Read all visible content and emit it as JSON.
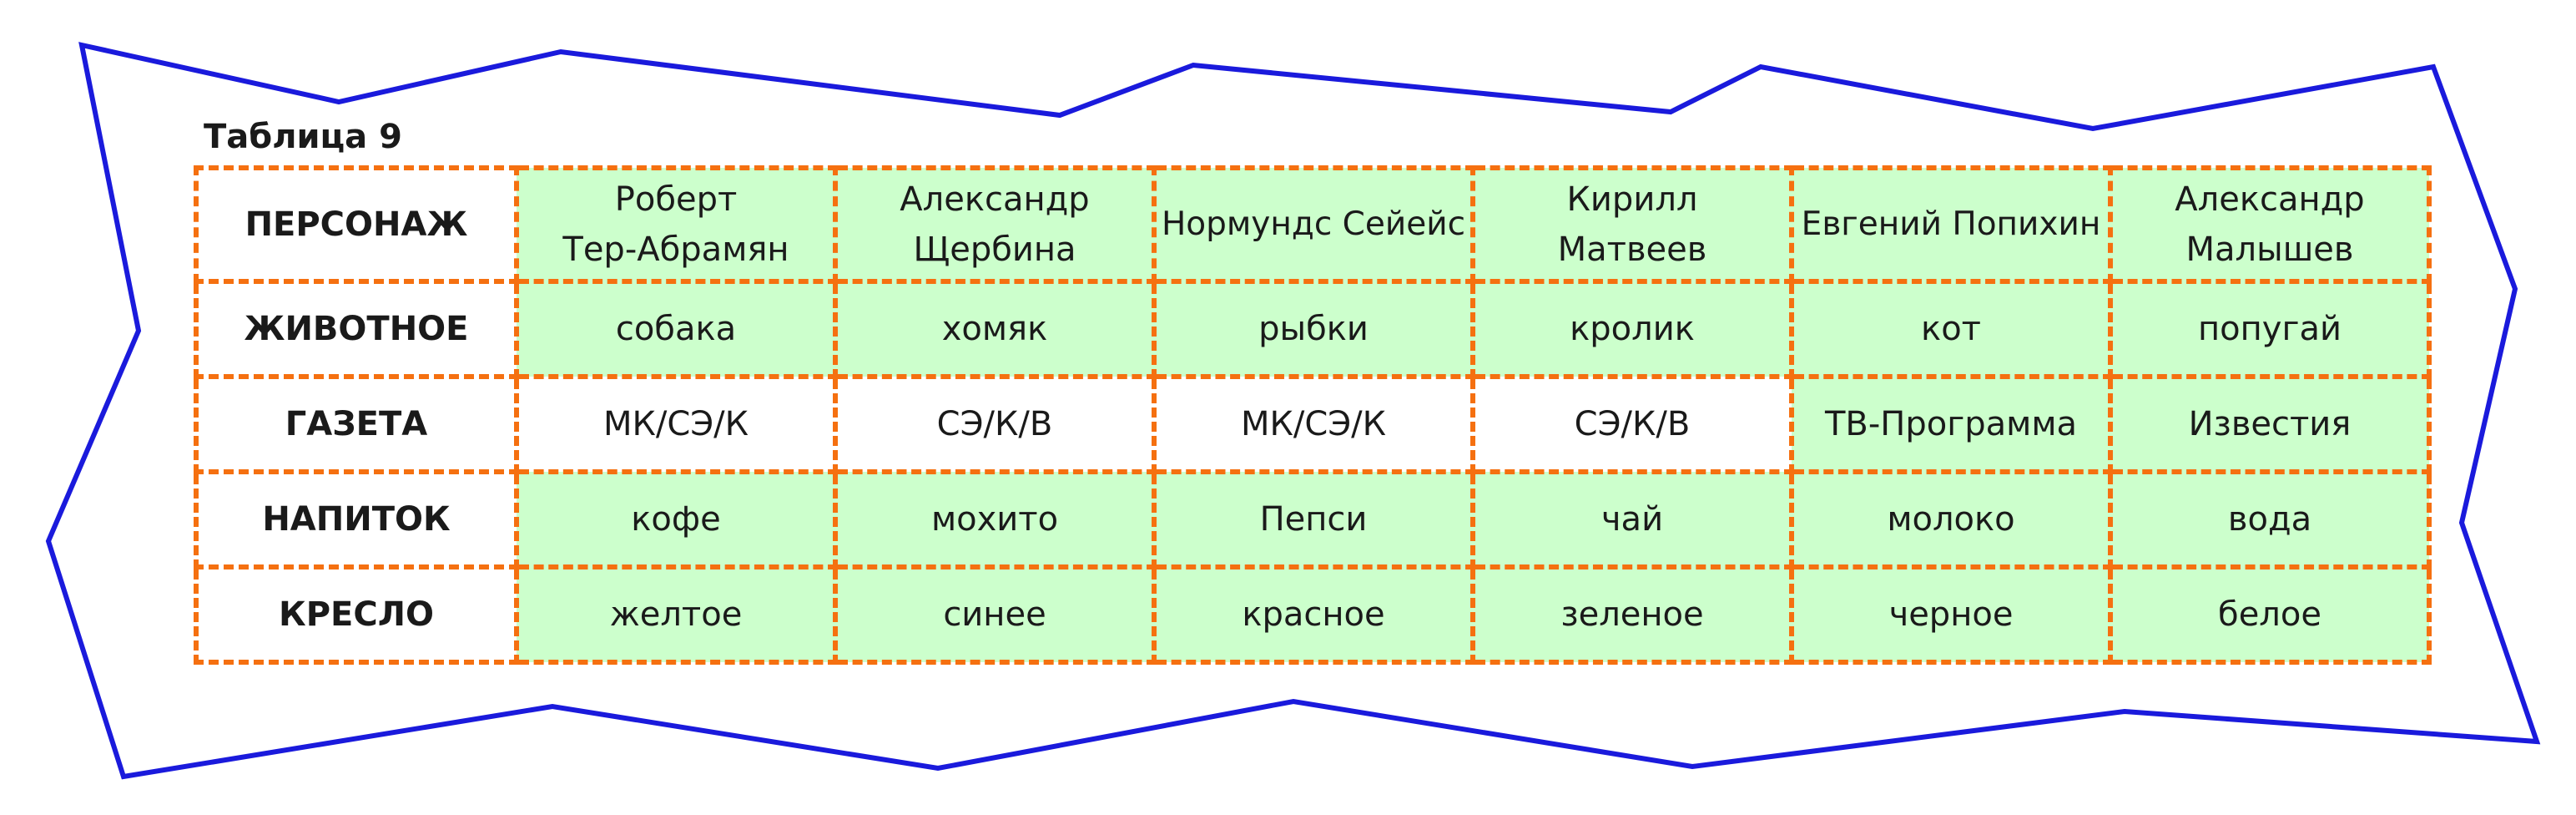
{
  "title": "Таблица 9",
  "headers": [
    "ПЕРСОНАЖ",
    "ЖИВОТНОЕ",
    "ГАЗЕТА",
    "НАПИТОК",
    "КРЕСЛО"
  ],
  "characters": [
    [
      "Роберт",
      "Тер-Абрамян"
    ],
    [
      "Александр",
      "Щербина"
    ],
    [
      "Нормундс Сейейс"
    ],
    [
      "Кирилл",
      "Матвеев"
    ],
    [
      "Евгений Попихин"
    ],
    [
      "Александр",
      "Малышев"
    ]
  ],
  "animals": [
    "собака",
    "хомяк",
    "рыбки",
    "кролик",
    "кот",
    "попугай"
  ],
  "newspapers": [
    "МК/СЭ/К",
    "СЭ/К/В",
    "МК/СЭ/К",
    "СЭ/К/В",
    "ТВ-Программа",
    "Известия"
  ],
  "drinks": [
    "кофе",
    "мохито",
    "Пепси",
    "чай",
    "молоко",
    "вода"
  ],
  "chairs": [
    "желтое",
    "синее",
    "красное",
    "зеленое",
    "черное",
    "белое"
  ],
  "colors": {
    "outline": "#1a1adc",
    "border": "#f57010",
    "fill_known": "#ccffcc",
    "fill_unknown": "#ffffff"
  }
}
